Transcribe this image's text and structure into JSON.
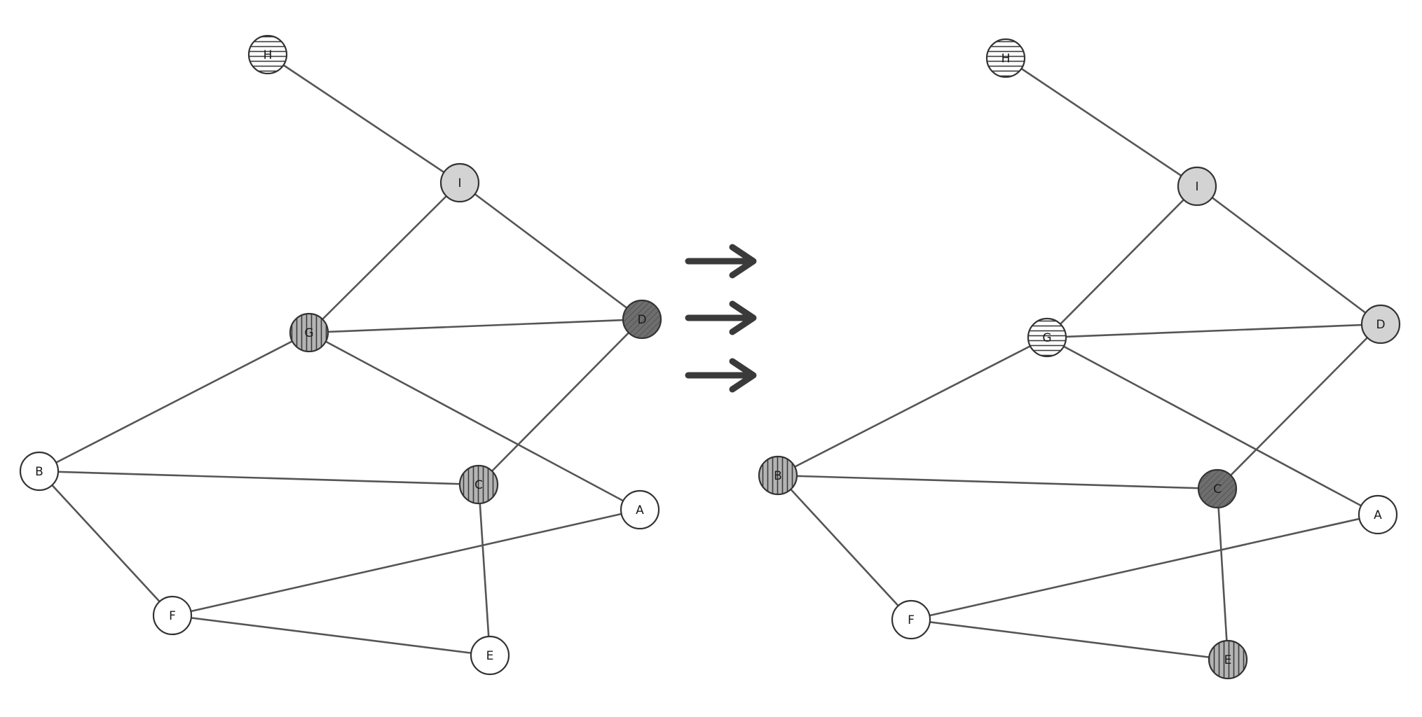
{
  "fills": {
    "white": "#ffffff",
    "light": "#d3d3d3",
    "dark": "#6e6e6e",
    "vertical_bg": "#b4b4b4",
    "horizontal_bg": "#ffffff",
    "stroke": "#333333"
  },
  "arrows": {
    "count": 3,
    "color": "#3a3a3a"
  },
  "graphs": [
    {
      "name": "before",
      "nodes": [
        {
          "id": "H",
          "label": "H",
          "fill": "horizontal"
        },
        {
          "id": "I",
          "label": "I",
          "fill": "light"
        },
        {
          "id": "G",
          "label": "G",
          "fill": "vertical"
        },
        {
          "id": "D",
          "label": "D",
          "fill": "dark"
        },
        {
          "id": "B",
          "label": "B",
          "fill": "white"
        },
        {
          "id": "C",
          "label": "C",
          "fill": "vertical"
        },
        {
          "id": "A",
          "label": "A",
          "fill": "white"
        },
        {
          "id": "F",
          "label": "F",
          "fill": "white"
        },
        {
          "id": "E",
          "label": "E",
          "fill": "white"
        }
      ],
      "edges": [
        [
          "H",
          "I"
        ],
        [
          "I",
          "G"
        ],
        [
          "I",
          "D"
        ],
        [
          "G",
          "D"
        ],
        [
          "G",
          "B"
        ],
        [
          "G",
          "A"
        ],
        [
          "D",
          "C"
        ],
        [
          "B",
          "C"
        ],
        [
          "B",
          "F"
        ],
        [
          "C",
          "E"
        ],
        [
          "F",
          "A"
        ],
        [
          "F",
          "E"
        ]
      ]
    },
    {
      "name": "after",
      "nodes": [
        {
          "id": "H",
          "label": "H",
          "fill": "horizontal"
        },
        {
          "id": "I",
          "label": "I",
          "fill": "light"
        },
        {
          "id": "G",
          "label": "G",
          "fill": "horizontal"
        },
        {
          "id": "D",
          "label": "D",
          "fill": "light"
        },
        {
          "id": "B",
          "label": "B",
          "fill": "vertical"
        },
        {
          "id": "C",
          "label": "C",
          "fill": "dark"
        },
        {
          "id": "A",
          "label": "A",
          "fill": "white"
        },
        {
          "id": "F",
          "label": "F",
          "fill": "white"
        },
        {
          "id": "E",
          "label": "E",
          "fill": "vertical"
        }
      ],
      "edges": [
        [
          "H",
          "I"
        ],
        [
          "I",
          "G"
        ],
        [
          "I",
          "D"
        ],
        [
          "G",
          "D"
        ],
        [
          "G",
          "B"
        ],
        [
          "G",
          "A"
        ],
        [
          "D",
          "C"
        ],
        [
          "B",
          "C"
        ],
        [
          "B",
          "F"
        ],
        [
          "C",
          "E"
        ],
        [
          "F",
          "A"
        ],
        [
          "F",
          "E"
        ]
      ]
    }
  ]
}
